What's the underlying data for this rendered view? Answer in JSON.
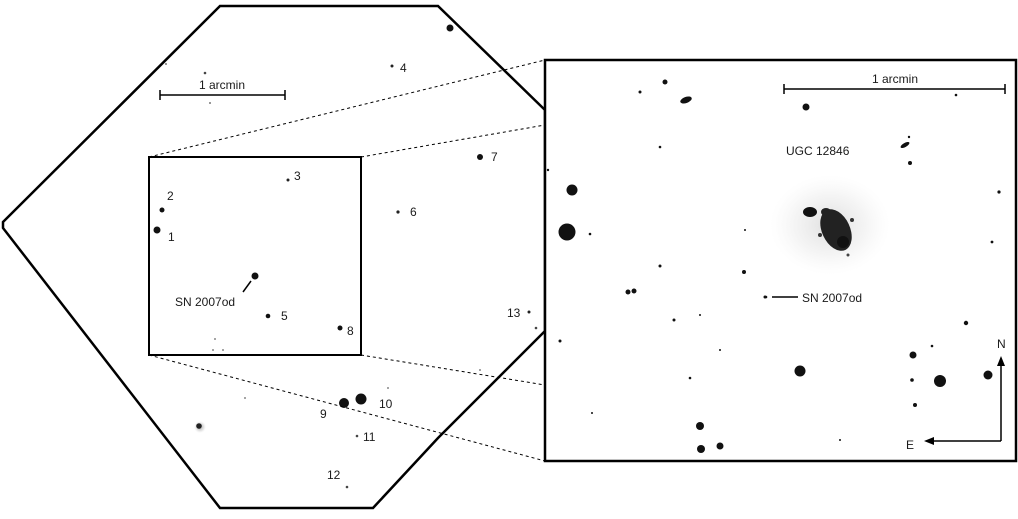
{
  "left_panel": {
    "scale_bar_label": "1 arcmin",
    "star_labels": [
      "1",
      "2",
      "3",
      "4",
      "5",
      "6",
      "7",
      "8",
      "9",
      "10",
      "11",
      "12",
      "13"
    ],
    "supernova_label": "SN 2007od"
  },
  "right_panel": {
    "scale_bar_label": "1 arcmin",
    "galaxy_label": "UGC 12846",
    "supernova_label": "SN 2007od",
    "compass": {
      "north": "N",
      "east": "E"
    }
  }
}
